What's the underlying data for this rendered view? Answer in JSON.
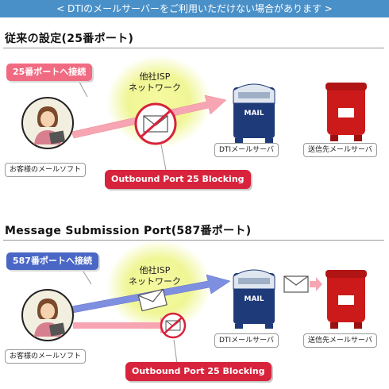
{
  "header": {
    "title": "< DTIのメールサーバーをご利用いただけない場合があります >"
  },
  "section1": {
    "heading": "従来の設定(25番ポート)",
    "connect_label": "25番ポートへ接続",
    "isp_line1": "他社ISP",
    "isp_line2": "ネットワーク",
    "client_label": "お客様のメールソフト",
    "dti_label": "DTIメールサーバ",
    "dest_label": "送信先メールサーバ",
    "blocking_label": "Outbound Port 25 Blocking",
    "mailbox_text": "MAIL"
  },
  "section2": {
    "heading": "Message Submission Port(587番ポート)",
    "connect_label": "587番ポートへ接続",
    "isp_line1": "他社ISP",
    "isp_line2": "ネットワーク",
    "client_label": "お客様のメールソフト",
    "dti_label": "DTIメールサーバ",
    "dest_label": "送信先メールサーバ",
    "blocking_label": "Outbound Port 25 Blocking",
    "mailbox_text": "MAIL"
  },
  "colors": {
    "header_bg": "#4a90c8",
    "pink": "#f06b82",
    "blue": "#4a67c6",
    "block_red": "#d8233c",
    "mailbox_navy": "#1e3a78",
    "postbox_red": "#cc1a1a"
  },
  "icons": [
    "person-with-laptop-icon",
    "envelope-icon",
    "blocked-envelope-icon",
    "dti-mailbox-icon",
    "red-postbox-icon",
    "arrow-icon"
  ]
}
